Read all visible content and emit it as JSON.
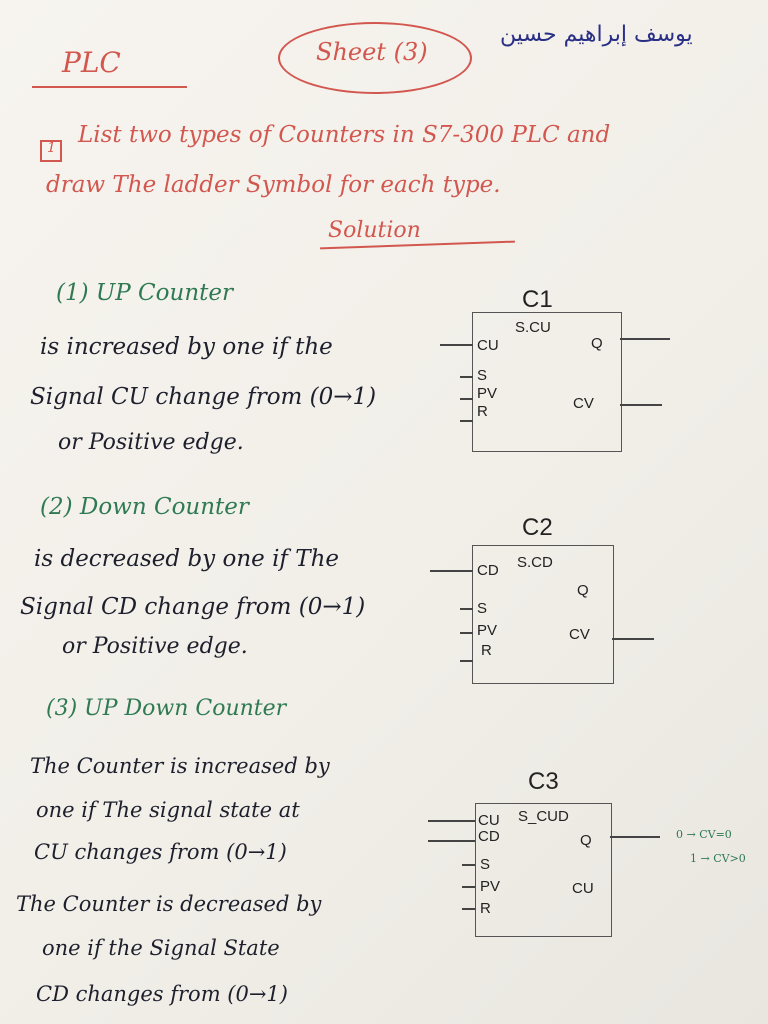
{
  "header": {
    "subject": "PLC",
    "sheet": "Sheet (3)",
    "signature": "يوسف إبراهيم حسين"
  },
  "question": {
    "number": "1",
    "line1": "List two types of Counters in S7-300 PLC and",
    "line2": "draw The ladder Symbol for each type.",
    "solution": "Solution"
  },
  "sections": [
    {
      "title": "(1) UP Counter",
      "lines": [
        "is increased by one if the",
        "Signal CU change from (0→1)",
        "or Positive edge."
      ],
      "block": {
        "name": "C1",
        "type": "S.CU",
        "inputs": [
          "CU",
          "S",
          "PV",
          "R"
        ],
        "outputs": [
          "Q",
          "CV"
        ]
      }
    },
    {
      "title": "(2) Down Counter",
      "lines": [
        "is decreased by one if The",
        "Signal CD change from (0→1)",
        "or Positive edge."
      ],
      "block": {
        "name": "C2",
        "type": "S.CD",
        "inputs": [
          "CD",
          "S",
          "PV",
          "R"
        ],
        "outputs": [
          "Q",
          "CV"
        ]
      }
    },
    {
      "title": "(3) UP Down Counter",
      "lines": [
        "The Counter is increased by",
        "one if The signal state at",
        "CU changes from (0→1)",
        "The Counter is decreased by",
        "one if the Signal State",
        "CD changes from (0→1)"
      ],
      "block": {
        "name": "C3",
        "type": "S_CUD",
        "inputs": [
          "CU",
          "CD",
          "S",
          "PV",
          "R"
        ],
        "outputs": [
          "Q",
          "CU"
        ]
      },
      "notes": [
        "0 → CV=0",
        "1 → CV>0"
      ]
    }
  ],
  "colors": {
    "header": "#d2574f",
    "titles": "#2f7a52",
    "body": "#1d1f2c",
    "signature": "#2a2f86"
  }
}
